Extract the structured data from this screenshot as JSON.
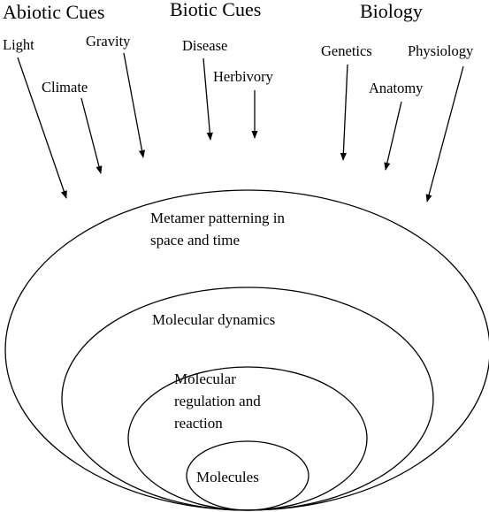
{
  "categories": {
    "abiotic": "Abiotic Cues",
    "biotic": "Biotic Cues",
    "biology": "Biology"
  },
  "cues": {
    "light": "Light",
    "climate": "Climate",
    "gravity": "Gravity",
    "disease": "Disease",
    "herbivory": "Herbivory",
    "genetics": "Genetics",
    "anatomy": "Anatomy",
    "physiology": "Physiology"
  },
  "levels": {
    "metamer_line1": "Metamer patterning in",
    "metamer_line2": "space and time",
    "molecular_dynamics": "Molecular dynamics",
    "regulation_line1": "Molecular",
    "regulation_line2": "regulation and",
    "regulation_line3": "reaction",
    "molecules": "Molecules"
  },
  "colors": {
    "stroke": "#000000",
    "background": "#ffffff"
  }
}
